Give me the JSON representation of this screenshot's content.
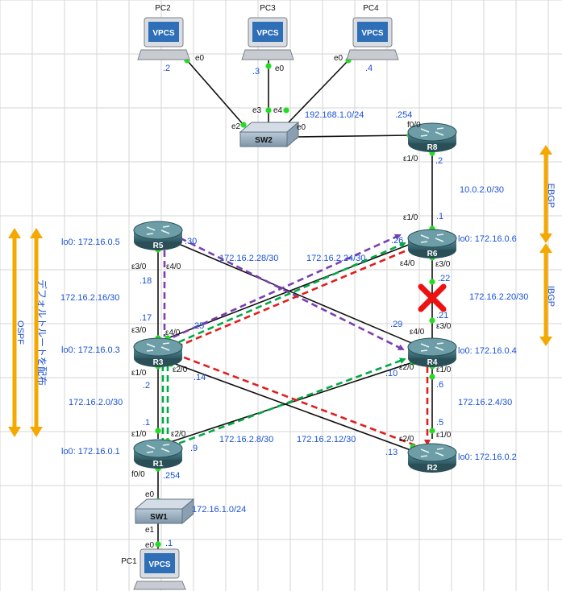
{
  "colors": {
    "ospf": "#ff0000",
    "green": "#00aa44",
    "purple": "#7a3fb0",
    "red": "#e01e1e",
    "bracket": "#f5a800",
    "label": "#1a52d6",
    "router_body": "#3f6f7a",
    "port_dot": "#22dd22"
  },
  "pcs": {
    "pc2": {
      "name": "PC2",
      "screen": "VPCS",
      "port": "e0",
      "addr": ".2"
    },
    "pc3": {
      "name": "PC3",
      "screen": "VPCS",
      "port": "e0",
      "addr": ".3"
    },
    "pc4": {
      "name": "PC4",
      "screen": "VPCS",
      "port": "e0",
      "addr": ".4"
    },
    "pc1": {
      "name": "PC1",
      "screen": "VPCS",
      "port": "e0",
      "addr": ".1"
    }
  },
  "switches": {
    "sw2": {
      "name": "SW2",
      "ports": {
        "e2": "e2",
        "e3": "e3",
        "e4": "e4",
        "e0": "e0"
      }
    },
    "sw1": {
      "name": "SW1",
      "ports": {
        "e0": "e0",
        "e1": "e1"
      }
    }
  },
  "routers": {
    "r8": {
      "name": "R8",
      "ports": [
        "f0/0",
        "ε1/0"
      ]
    },
    "r6": {
      "name": "R6",
      "lo": "lo0: 172.16.0.6",
      "ports": [
        "ε1/0",
        "ε4/0",
        "ε3/0"
      ]
    },
    "r5": {
      "name": "R5",
      "lo": "lo0: 172.16.0.5",
      "ports": [
        "ε3/0",
        "ε4/0"
      ]
    },
    "r3": {
      "name": "R3",
      "lo": "lo0: 172.16.0.3",
      "ports": [
        "ε3/0",
        "ε4/0",
        "ε1/0",
        "ε2/0"
      ]
    },
    "r4": {
      "name": "R4",
      "lo": "lo0: 172.16.0.4",
      "ports": [
        "ε4/0",
        "ε3/0",
        "ε2/0",
        "ε1/0"
      ]
    },
    "r1": {
      "name": "R1",
      "lo": "lo0: 172.16.0.1",
      "ports": [
        "ε1/0",
        "ε2/0",
        "f0/0"
      ]
    },
    "r2": {
      "name": "R2",
      "lo": "lo0: 172.16.0.2",
      "ports": [
        "ε2/0",
        "ε1/0"
      ]
    }
  },
  "networks": {
    "lan2": "192.168.1.0/24",
    "r8_r6": "10.0.2.0/30",
    "r5_r4": "172.16.2.28/30",
    "r3_r6": "172.16.2.24/30",
    "r6_r4": "172.16.2.20/30",
    "r5_r3": "172.16.2.16/30",
    "r3_r1": "172.16.2.0/30",
    "r4_r2": "172.16.2.4/30",
    "r1_r4": "172.16.2.8/30",
    "r3_r2": "172.16.2.12/30",
    "lan1": "172.16.1.0/24"
  },
  "addresses": {
    "r8_f0": ".254",
    "r8_e1": ".2",
    "r6_e1": ".1",
    "r6_e4": ".26",
    "r6_e3": ".22",
    "r5_e4": ".30",
    "r5_e3": ".18",
    "r3_e3": ".17",
    "r3_e4": ".25",
    "r3_e1": ".2",
    "r3_e2": ".14",
    "r4_e4": ".29",
    "r4_e3": ".21",
    "r4_e2": ".10",
    "r4_e1": ".6",
    "r1_e1": ".1",
    "r1_e2": ".9",
    "r1_f0": ".254",
    "r2_e2": ".13",
    "r2_e1": ".5"
  },
  "brackets": {
    "ebgp": "EBGP",
    "ibgp": "IBGP",
    "ospf": "OSPF",
    "default_route": "デフォルトルートを配布"
  },
  "failure_marker": "link-down-x"
}
